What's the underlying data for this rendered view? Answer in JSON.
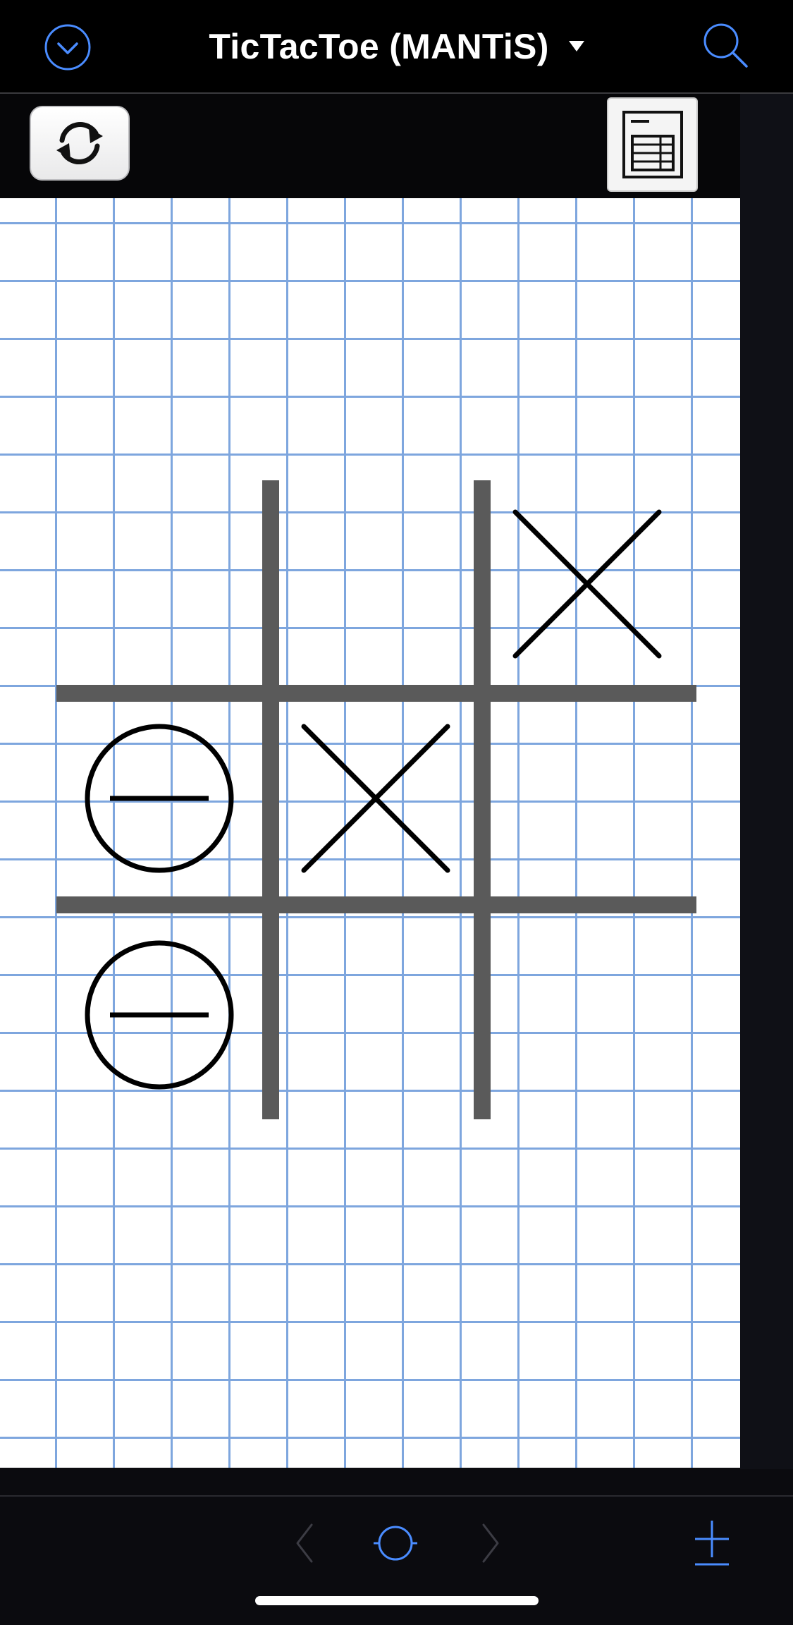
{
  "app": {
    "title": "TicTacToe (MANTiS)"
  },
  "icons": {
    "collapse": "chevron-circle-down-icon",
    "search": "search-icon",
    "refresh": "refresh-icon",
    "sheet": "spreadsheet-icon",
    "back": "chevron-left-icon",
    "center": "circle-target-icon",
    "forward": "chevron-right-icon",
    "add": "plus-icon"
  },
  "colors": {
    "accent": "#4a8cff",
    "board_lines": "#5a5a5a",
    "grid": "#7ea6de",
    "marks": "#000000",
    "disabled": "#3c3c44"
  },
  "board": {
    "cells": [
      [
        "",
        "",
        "X"
      ],
      [
        "O",
        "X",
        ""
      ],
      [
        "O",
        "",
        ""
      ]
    ]
  }
}
